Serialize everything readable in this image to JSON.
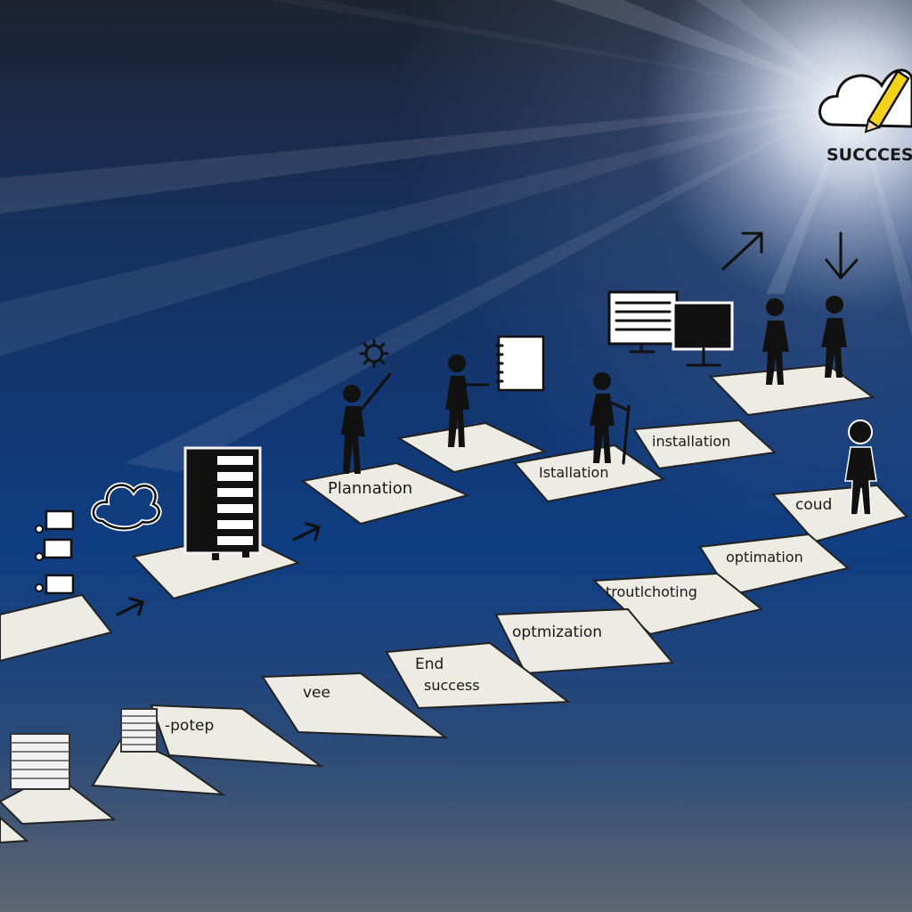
{
  "scene": {
    "goal_label": "SUCCCES",
    "tiles": {
      "plannation": "Plannation",
      "istallation": "Istallation",
      "installation": "installation",
      "coud": "coud",
      "optimation": "optimation",
      "troubleshooting": "troutlchoting",
      "optimization": "optmization",
      "end_line1": "End",
      "end_line2": "success",
      "vee": "vee",
      "potep": "-potep"
    }
  }
}
